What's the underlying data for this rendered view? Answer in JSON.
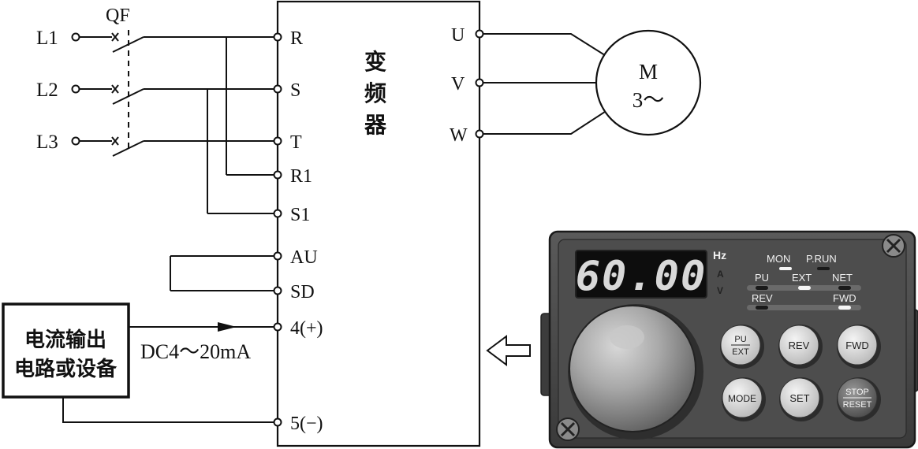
{
  "breaker": {
    "label": "QF",
    "inputs": [
      "L1",
      "L2",
      "L3"
    ]
  },
  "inverter": {
    "title_chars": [
      "变",
      "频",
      "器"
    ],
    "left_terminals": [
      "R",
      "S",
      "T",
      "R1",
      "S1",
      "AU",
      "SD",
      "4(+)",
      "5(−)"
    ],
    "right_terminals": [
      "U",
      "V",
      "W"
    ]
  },
  "motor": {
    "line1": "M",
    "line2": "3～"
  },
  "source_box": {
    "line1": "电流输出",
    "line2": "电路或设备"
  },
  "signal_label": "DC4～20mA",
  "operation_panel": {
    "display_value": "60.00",
    "units": [
      "Hz",
      "A",
      "V"
    ],
    "indicators": {
      "mon": "MON",
      "prun": "P.RUN",
      "pu": "PU",
      "ext": "EXT",
      "net": "NET",
      "rev": "REV",
      "fwd": "FWD"
    },
    "buttons": {
      "pu_ext_top": "PU",
      "pu_ext_bottom": "EXT",
      "rev": "REV",
      "fwd": "FWD",
      "mode": "MODE",
      "set": "SET",
      "stop": "STOP",
      "reset": "RESET"
    }
  }
}
